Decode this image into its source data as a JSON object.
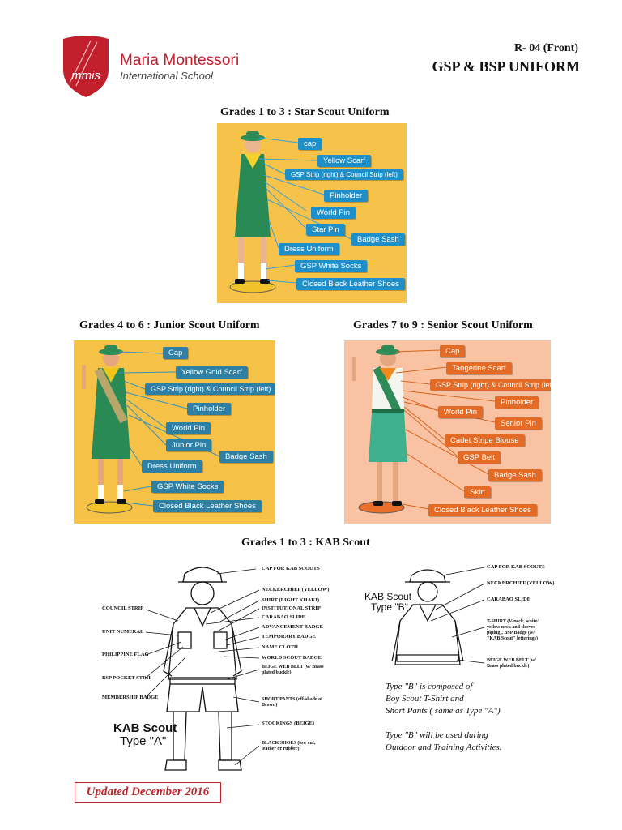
{
  "school": {
    "logo_text": "mmis",
    "name": "Maria Montessori",
    "subtitle": "International School"
  },
  "document": {
    "code": "R- 04 (Front)",
    "title": "GSP & BSP UNIFORM"
  },
  "sections": {
    "star": {
      "title": "Grades 1 to 3 : Star Scout Uniform",
      "labels": [
        "cap",
        "Yellow Scarf",
        "GSP Strip (right) & Council Strip (left)",
        "Pinholder",
        "World Pin",
        "Star Pin",
        "Badge Sash",
        "Dress Uniform",
        "GSP White Socks",
        "Closed Black Leather Shoes"
      ]
    },
    "junior": {
      "title": "Grades 4 to 6 : Junior Scout Uniform",
      "labels": [
        "Cap",
        "Yellow Gold Scarf",
        "GSP Strip (right) & Council Strip (left)",
        "Pinholder",
        "World Pin",
        "Junior Pin",
        "Badge Sash",
        "Dress Uniform",
        "GSP White Socks",
        "Closed Black Leather Shoes"
      ]
    },
    "senior": {
      "title": "Grades 7 to 9 : Senior Scout Uniform",
      "labels": [
        "Cap",
        "Tangerine Scarf",
        "GSP Strip (right) & Council Strip (left)",
        "Pinholder",
        "World Pin",
        "Senior Pin",
        "Cadet Stripe Blouse",
        "GSP Belt",
        "Badge Sash",
        "Skirt",
        "Closed Black Leather Shoes"
      ]
    },
    "kab": {
      "title": "Grades 1 to 3 : KAB Scout",
      "type_a": {
        "caption_line1": "KAB Scout",
        "caption_line2": "Type \"A\"",
        "right_labels": [
          "CAP for KAB Scouts",
          "NECKERCHIEF (Yellow)",
          "SHIRT (Light Khaki)",
          "INSTITUTIONAL STRIP",
          "CARABAO SLIDE",
          "ADVANCEMENT BADGE",
          "TEMPORARY BADGE",
          "NAME CLOTH",
          "WORLD SCOUT BADGE",
          "BEIGE WEB BELT (w/ Brass plated buckle)",
          "SHORT PANTS (off-shade of Brown)",
          "STOCKINGS (Beige)",
          "BLACK SHOES (low cut, leather or rubber)"
        ],
        "left_labels": [
          "COUNCIL STRIP",
          "UNIT NUMERAL",
          "PHILIPPINE FLAG",
          "BSP POCKET STRIP",
          "MEMBERSHIP BADGE"
        ]
      },
      "type_b": {
        "caption_line1": "KAB Scout",
        "caption_line2": "Type \"B\"",
        "labels": [
          "CAP for KAB Scouts",
          "NECKERCHIEF (Yellow)",
          "CARABAO SLIDE",
          "T-SHIRT (V-neck, white/ yellow neck and sleeves piping), BSP Badge (w/ \"KAB Scout\" letterings)",
          "BEIGE WEB BELT (w/ Brass plated buckle)"
        ],
        "note1_line1": "Type \"B\" is composed of",
        "note1_line2": "Boy Scout T-Shirt and",
        "note1_line3": "Short Pants ( same as Type \"A\")",
        "note2_line1": "Type \"B\" will be used during",
        "note2_line2": "Outdoor and Training Activities."
      }
    }
  },
  "footer": {
    "updated": "Updated December 2016"
  },
  "colors": {
    "brand_red": "#c11f2c",
    "star_bg": "#f7c24a",
    "junior_bg": "#f5c247",
    "senior_bg": "#f9c2a3",
    "label_blue": "#1f8fc9",
    "label_orange": "#e36b25"
  }
}
